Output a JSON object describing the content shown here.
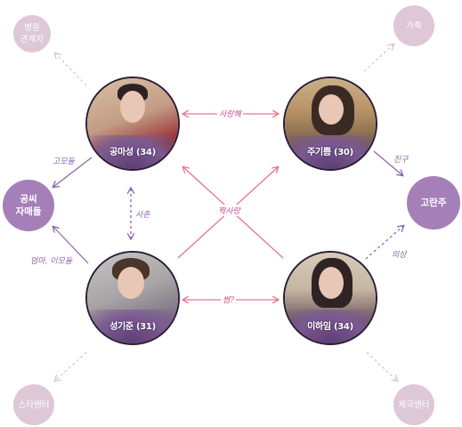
{
  "nodes": {
    "gong_masung": {
      "label": "공마성 (34)"
    },
    "joo_gibbeum": {
      "label": "주기쁨 (30)"
    },
    "seong_gijun": {
      "label": "성기준 (31)"
    },
    "lee_haim": {
      "label": "이하임 (34)"
    },
    "hospital_staff": {
      "label": "병원\n관계자"
    },
    "family": {
      "label": "가족"
    },
    "gong_siblings": {
      "label": "공씨\n자매들"
    },
    "go_ranju": {
      "label": "고란주"
    },
    "star_enter": {
      "label": "스타엔터"
    },
    "jeguk_enter": {
      "label": "제국엔터"
    }
  },
  "relations": {
    "masung_gibbeum": "사랑해",
    "masung_gijun": "사촌",
    "gijun_haim": "썸?",
    "cross": "짝사랑",
    "gibbeum_ranju": "친구",
    "haim_ranju": "의상",
    "masung_siblings": "고모들",
    "gijun_siblings": "엄마, 이모들"
  },
  "colors": {
    "line_pink": "#e9738f",
    "line_purple": "#8a63a8",
    "dash_light": "#d9bcd0",
    "bubble_light": "#dec7d7",
    "bubble_dark": "#a57fb8"
  }
}
